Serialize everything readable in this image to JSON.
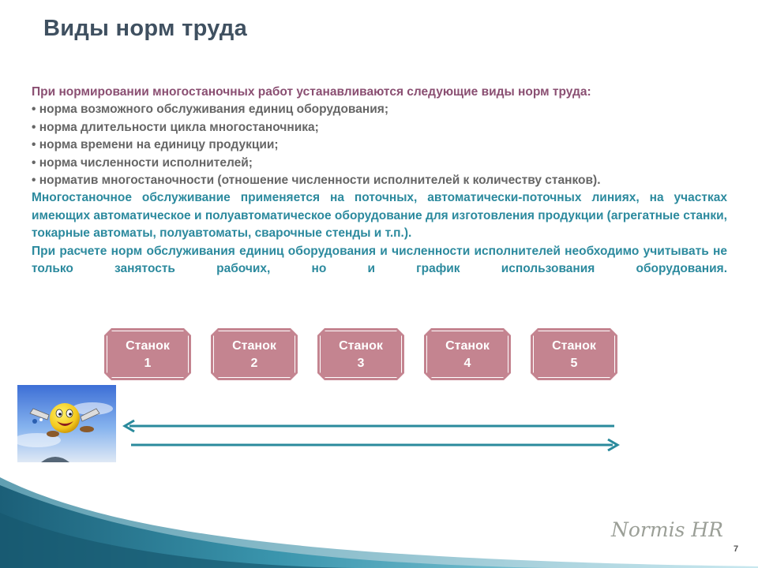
{
  "slide": {
    "title": "Виды норм труда",
    "intro": "При нормировании многостаночных работ устанавливаются следующие виды норм труда:",
    "bullets": [
      "• норма возможного обслуживания единиц оборудования;",
      "• норма длительности цикла многостаночника;",
      "• норма времени на единицу продукции;",
      "• норма численности исполнителей;",
      "• норматив многостаночности (отношение численности исполнителей к количеству станков)."
    ],
    "paragraph1": "Многостаночное обслуживание применяется на поточных, автоматически-поточных линиях, на участках имеющих автоматическое и полуавтоматическое оборудование для изготовления продукции (агрегатные станки, токарные автоматы, полуавтоматы, сварочные стенды и т.п.).",
    "paragraph2": "При расчете норм обслуживания единиц оборудования и численности исполнителей необходимо учитывать не только занятость рабочих, но и график использования оборудования.",
    "machines": [
      {
        "line1": "Станок",
        "line2": "1"
      },
      {
        "line1": "Станок",
        "line2": "2"
      },
      {
        "line1": "Станок",
        "line2": "3"
      },
      {
        "line1": "Станок",
        "line2": "4"
      },
      {
        "line1": "Станок",
        "line2": "5"
      }
    ],
    "logo_text": "Normis HR",
    "page_number": "7"
  },
  "colors": {
    "title": "#3f5060",
    "intro": "#8a4f72",
    "bullet": "#666666",
    "paragraph": "#2c8a9e",
    "machine_fill": "#c48490",
    "arrow": "#2a8a9c",
    "wave_dark": "#1f6e86",
    "wave_light": "#5fb3c7"
  },
  "icons": [
    "smiley-face-picture",
    "arrow-left-icon",
    "arrow-right-icon",
    "normis-hr-logo"
  ]
}
